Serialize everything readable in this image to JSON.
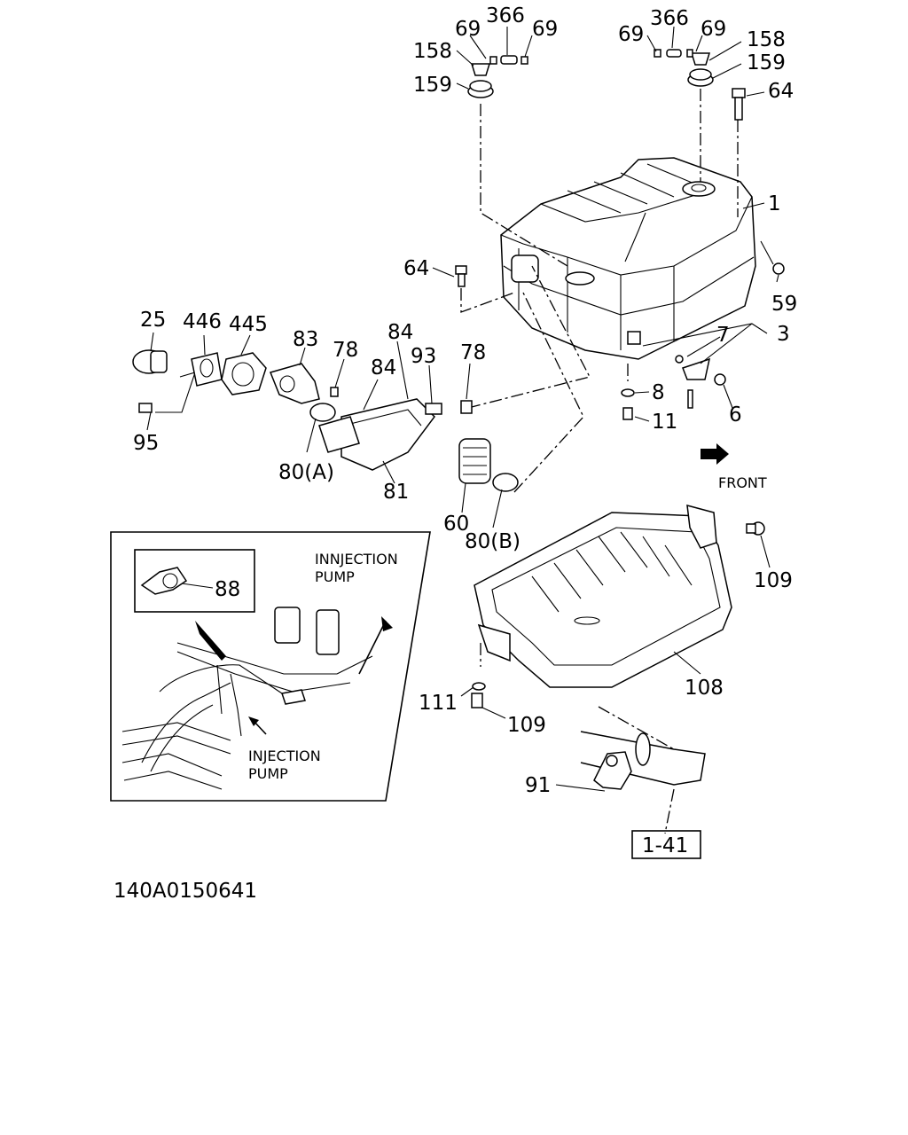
{
  "diagram_id": "140A0150641",
  "front_label": "FRONT",
  "inset": {
    "label_top": "INNJECTION PUMP",
    "label_top_l1": "INNJECTION",
    "label_top_l2": "PUMP",
    "label_bottom_l1": "INJECTION",
    "label_bottom_l2": "PUMP",
    "callout": "88"
  },
  "reference_box": "1-41",
  "callouts": {
    "c69a": "69",
    "c366a": "366",
    "c69b": "69",
    "c158a": "158",
    "c159a": "159",
    "c69c": "69",
    "c366b": "366",
    "c69d": "69",
    "c158b": "158",
    "c159b": "159",
    "c64a": "64",
    "c1": "1",
    "c64b": "64",
    "c59": "59",
    "c7": "7",
    "c3": "3",
    "c8": "8",
    "c11": "11",
    "c6": "6",
    "c25": "25",
    "c446": "446",
    "c445": "445",
    "c83": "83",
    "c78a": "78",
    "c84a": "84",
    "c84b": "84",
    "c93": "93",
    "c78b": "78",
    "c95": "95",
    "c80a": "80(A)",
    "c81": "81",
    "c60": "60",
    "c80b": "80(B)",
    "c109a": "109",
    "c108": "108",
    "c111": "111",
    "c109b": "109",
    "c91": "91"
  }
}
